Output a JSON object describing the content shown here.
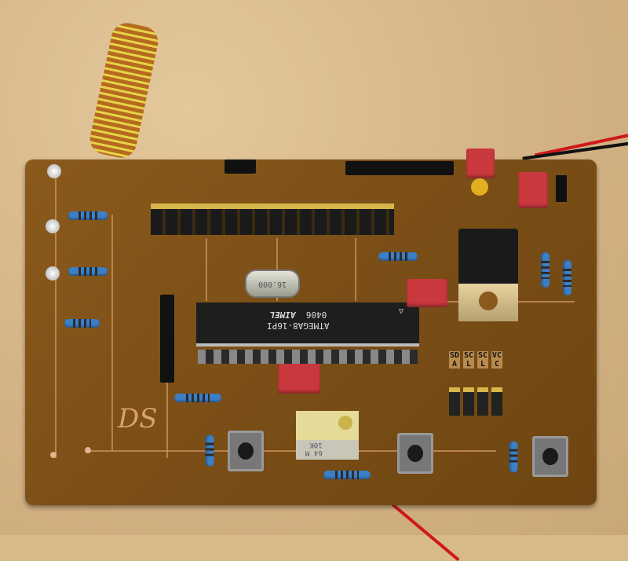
{
  "chip": {
    "logo": "AIMEL",
    "part": "ATMEGA8-16PI",
    "date_code": "0406"
  },
  "crystal": {
    "label": "16.000"
  },
  "trimmer": {
    "line1": "64 M",
    "line2": "10K"
  },
  "silkscreen": {
    "initials": "DS",
    "header_labels": [
      "SDA",
      "SCL",
      "SCL",
      "VCC"
    ]
  },
  "colors": {
    "board": "#7a4e16",
    "copper": "#c98f5a",
    "chip": "#1e1e1e",
    "capacitor": "#c9383d",
    "resistor": "#3b7fc7"
  }
}
